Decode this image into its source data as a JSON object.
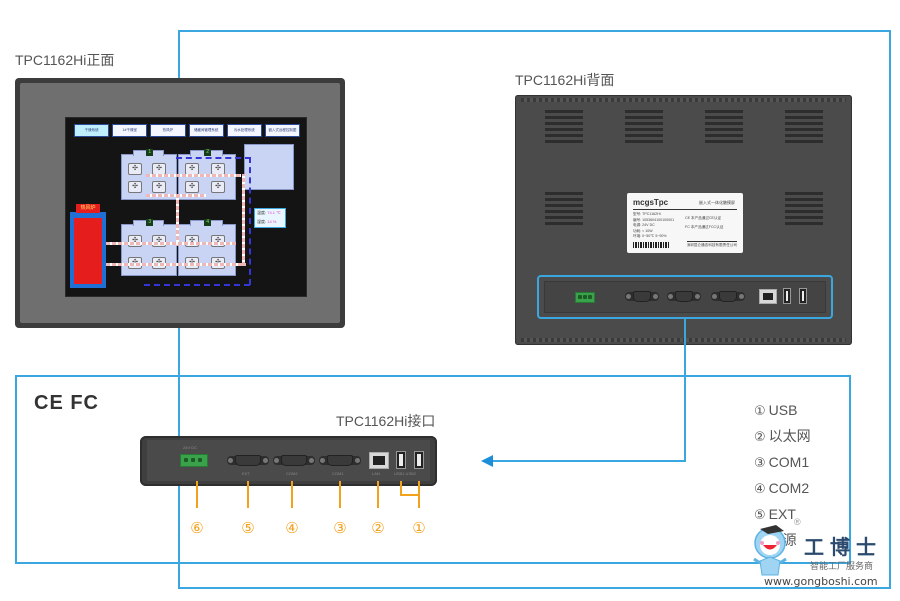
{
  "captions": {
    "front": "TPC1162Hi正面",
    "back": "TPC1162Hi背面",
    "interface": "TPC1162Hi接口"
  },
  "certifications": "CE FC",
  "colors": {
    "frame": "#3aa7e0",
    "callout": "#f2a21d"
  },
  "hmi_screen": {
    "tabs": [
      {
        "label": "干燥系统",
        "active": true
      },
      {
        "label": "1#干燥室",
        "active": false
      },
      {
        "label": "热风炉",
        "active": false
      },
      {
        "label": "储藏间管理系统",
        "active": false
      },
      {
        "label": "污水处理系统",
        "active": false
      },
      {
        "label": "嵌入式远程控制图",
        "active": false
      }
    ],
    "rooms": [
      "1",
      "2",
      "3",
      "4"
    ],
    "boiler_label": "热风炉",
    "readout": {
      "temp_label": "温度:",
      "temp_value": "74.1 ℃",
      "humidity_label": "湿度:",
      "humidity_value": "14 %"
    }
  },
  "back_label": {
    "brand": "mcgsTpc",
    "product_type": "嵌入式一体化触摸屏",
    "lines": [
      "型号: TPC1162Hi",
      "编号: 1053604100100001",
      "电源: 24V DC",
      "功耗: < 10W",
      "环境: 0~50℃  5~90%"
    ],
    "certs": [
      "CE 本产品通过CE认证",
      "FC 本产品通过FCC认证"
    ],
    "company": "深圳昆仑通态科技有限责任公司"
  },
  "ports": [
    {
      "num": "⑥",
      "silk": "24V DC",
      "type": "power"
    },
    {
      "num": "⑤",
      "silk": "EXT",
      "type": "db9"
    },
    {
      "num": "④",
      "silk": "COM2",
      "type": "db9"
    },
    {
      "num": "③",
      "silk": "COM1",
      "type": "db9"
    },
    {
      "num": "②",
      "silk": "LAN",
      "type": "rj45"
    },
    {
      "num": "①",
      "silk": "USB1 USB2",
      "type": "usb"
    }
  ],
  "legend": [
    {
      "num": "①",
      "label": "USB"
    },
    {
      "num": "②",
      "label": "以太网"
    },
    {
      "num": "③",
      "label": "COM1"
    },
    {
      "num": "④",
      "label": "COM2"
    },
    {
      "num": "⑤",
      "label": "EXT"
    },
    {
      "num": "⑥",
      "label": "电源"
    }
  ],
  "watermark": {
    "name": "工博士",
    "tagline": "智能工厂服务商",
    "url": "www.gongboshi.com",
    "registered": "®"
  }
}
